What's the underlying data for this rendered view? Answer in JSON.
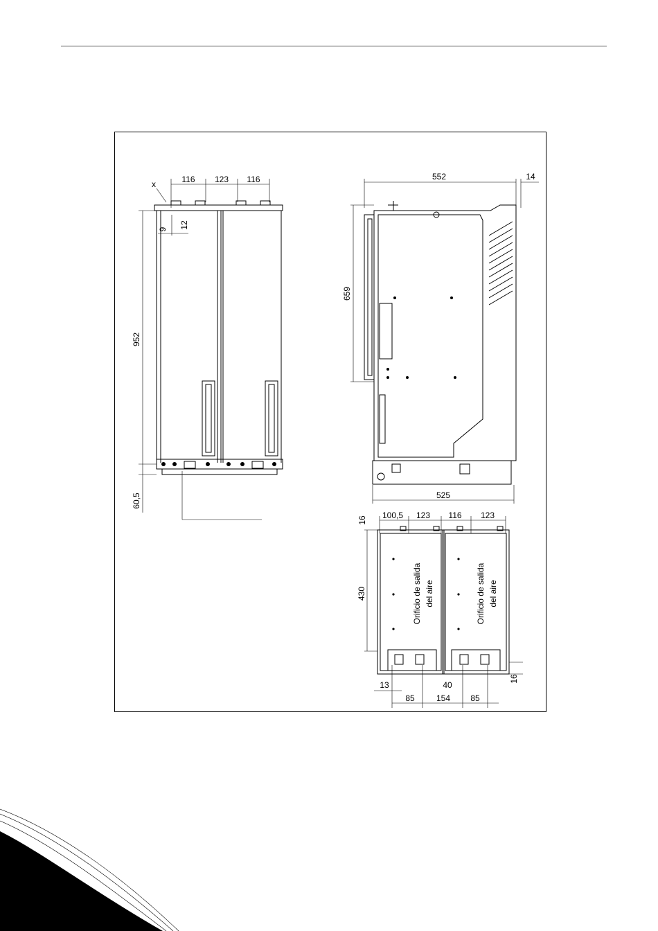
{
  "drawing": {
    "front_view": {
      "marker": "x",
      "top_dims": [
        "116",
        "123",
        "116"
      ],
      "small_dims": [
        "9",
        "12"
      ],
      "height": "952",
      "bottom_offset": "60,5"
    },
    "side_view": {
      "width_top": "552",
      "width_extra": "14",
      "height": "659",
      "width_bottom": "525"
    },
    "bottom_view": {
      "top_dims": [
        "100,5",
        "123",
        "116",
        "123"
      ],
      "top_small": "16",
      "depth": "430",
      "right_small": "16",
      "bottom_dims_row1": [
        "13",
        "40"
      ],
      "bottom_dims_row2": [
        "85",
        "154",
        "85"
      ],
      "label_line1": "Orificio de salida",
      "label_line2": "del aire"
    }
  }
}
